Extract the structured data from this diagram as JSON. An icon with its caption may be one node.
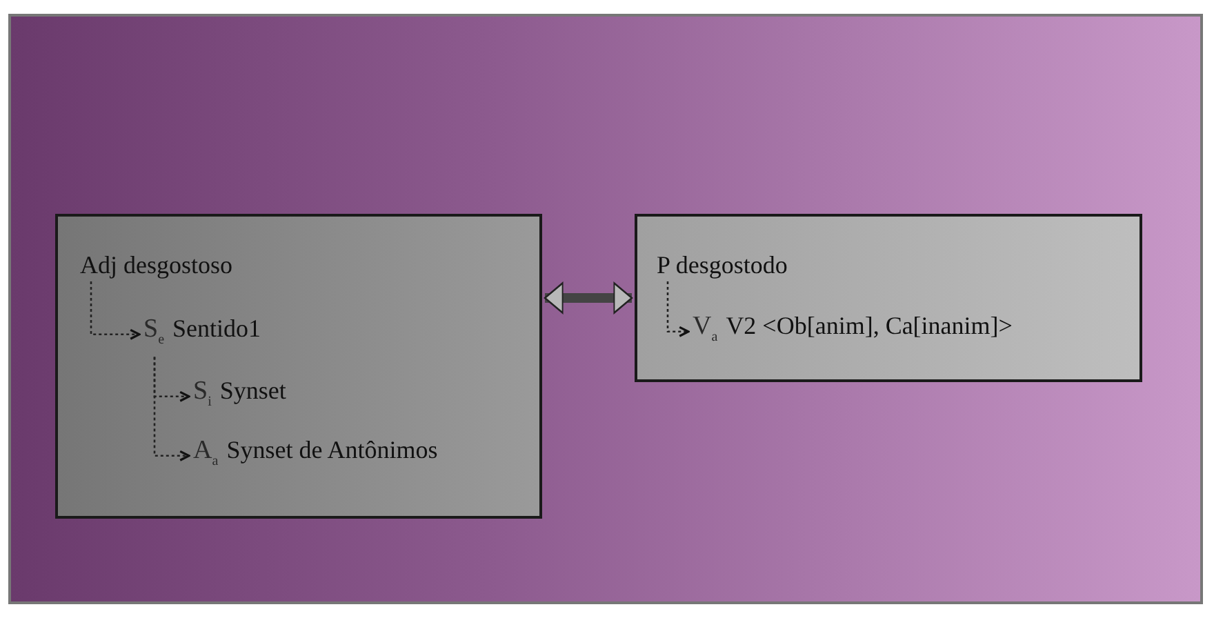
{
  "diagram": {
    "nodes": [
      {
        "text": [],
        "shape": "box"
      },
      {
        "text": [
          "Adj desgostoso"
        ],
        "in": 0
      },
      {
        "text": [
          "S$_{e}$",
          "Sentido1"
        ],
        "in": 0
      },
      {
        "text": [
          "S$_{i}$",
          "Synset"
        ],
        "in": 0
      },
      {
        "text": [
          "A$_{a}$",
          "Synset de Antônimos"
        ],
        "in": 0
      },
      {
        "text": [],
        "shape": "box"
      },
      {
        "text": [
          "P desgostodo"
        ],
        "in": 5
      },
      {
        "text": [
          "V$_{a}$",
          "V2 <Ob[anim], Ca[inanim]>"
        ],
        "in": 5
      }
    ],
    "edges": [
      {
        "from": 1,
        "to": 2,
        "arrow": "to",
        "style": "dashed"
      },
      {
        "from": 2,
        "to": 3,
        "arrow": "to",
        "style": "dashed"
      },
      {
        "from": 2,
        "to": 4,
        "arrow": "to",
        "style": "dashed"
      },
      {
        "from": 6,
        "to": 7,
        "arrow": "to",
        "style": "dashed"
      },
      {
        "from": 0,
        "to": 5,
        "arrow": "both",
        "style": "thick"
      }
    ]
  }
}
